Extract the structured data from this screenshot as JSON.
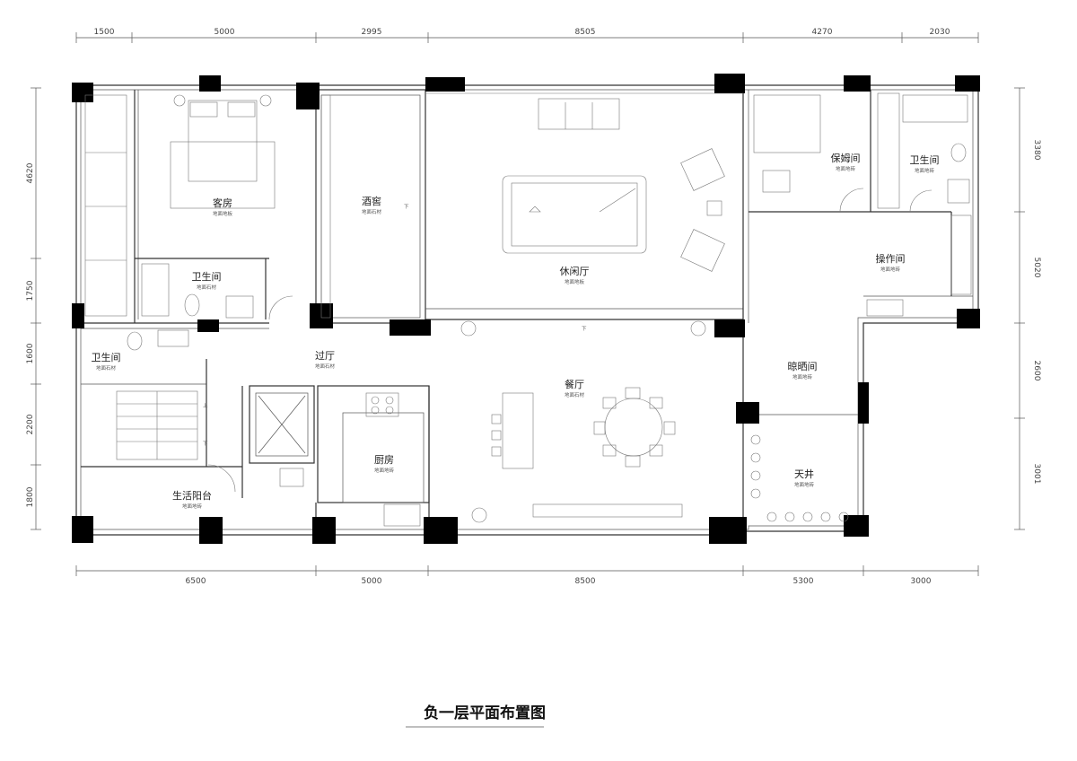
{
  "title": "负一层平面布置图",
  "dimensions": {
    "top": [
      "1500",
      "5000",
      "2995",
      "8505",
      "4270",
      "2030"
    ],
    "bottom": [
      "6500",
      "5000",
      "8500",
      "5300",
      "3000"
    ],
    "left": [
      "4620",
      "1750",
      "1600",
      "2200",
      "1800"
    ],
    "right": [
      "3380",
      "5020",
      "2600",
      "3001"
    ]
  },
  "rooms": {
    "guest_room": {
      "name": "客房",
      "floor": "地面地板"
    },
    "bath_upper": {
      "name": "卫生间",
      "floor": "地面石材"
    },
    "wine_cellar": {
      "name": "酒窖",
      "floor": "地面石材"
    },
    "lounge": {
      "name": "休闲厅",
      "floor": "地面地板"
    },
    "nanny_room": {
      "name": "保姆间",
      "floor": "地面地砖"
    },
    "bath_right": {
      "name": "卫生间",
      "floor": "地面地砖"
    },
    "utility_room": {
      "name": "操作间",
      "floor": "地面地砖"
    },
    "bath_left": {
      "name": "卫生间",
      "floor": "地面石材"
    },
    "hall": {
      "name": "过厅",
      "floor": "地面石材"
    },
    "dining": {
      "name": "餐厅",
      "floor": "地面石材"
    },
    "drying_room": {
      "name": "晾晒间",
      "floor": "地面地砖"
    },
    "kitchen": {
      "name": "厨房",
      "floor": "地面地砖"
    },
    "service_balcony": {
      "name": "生活阳台",
      "floor": "地面地砖"
    },
    "patio": {
      "name": "天井",
      "floor": "地面地砖"
    }
  },
  "stair_marks": {
    "up": "上",
    "down": "下",
    "down_cellar": "下",
    "down_lounge": "下"
  }
}
